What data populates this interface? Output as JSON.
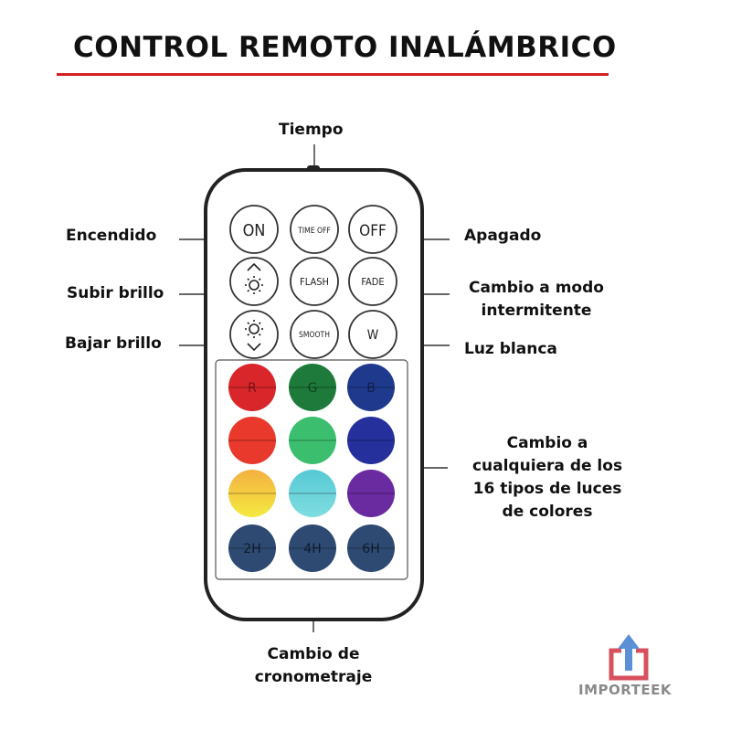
{
  "title": "CONTROL REMOTO INALÁMBRICO",
  "colors": {
    "title_rule": "#d42020",
    "remote_outline": "#222222",
    "logo_arrow": "#5b8fd6",
    "logo_box": "#d8505e",
    "logo_text": "#8a8a8a"
  },
  "labels": {
    "timer": "Tiempo",
    "power_on": "Encendido",
    "power_off": "Apagado",
    "brightness_up": "Subir brillo",
    "mode_change_line1": "Cambio a modo",
    "mode_change_line2": "intermitente",
    "brightness_down": "Bajar brillo",
    "white_light": "Luz blanca",
    "colors_line1": "Cambio a",
    "colors_line2": "cualquiera de los",
    "colors_line3": "16 tipos de luces",
    "colors_line4": "de colores",
    "timing_line1": "Cambio de",
    "timing_line2": "cronometraje"
  },
  "buttons": {
    "on": "ON",
    "time_off": "TIME OFF",
    "off": "OFF",
    "brightness_up_icon": "sun-up-icon",
    "flash": "FLASH",
    "fade": "FADE",
    "brightness_down_icon": "sun-down-icon",
    "smooth": "SMOOTH",
    "w": "W"
  },
  "color_buttons": [
    {
      "label": "R",
      "color": "#d8262a"
    },
    {
      "label": "G",
      "color": "#1e7a3a"
    },
    {
      "label": "B",
      "color": "#1f3a8c"
    },
    {
      "label": "",
      "color": "#e8392c"
    },
    {
      "label": "",
      "color": "#3bbf6e"
    },
    {
      "label": "",
      "color": "#26309c"
    },
    {
      "label": "",
      "color": "#f4b041",
      "color2": "#f4ea40"
    },
    {
      "label": "",
      "color": "#56c9d4",
      "color2": "#7fdde0"
    },
    {
      "label": "",
      "color": "#6a2aa0"
    },
    {
      "label": "2H",
      "color": "#2e4a72"
    },
    {
      "label": "4H",
      "color": "#2e4a72"
    },
    {
      "label": "6H",
      "color": "#2e4a72"
    }
  ],
  "logo": {
    "text": "IMPORTEEK",
    "icon": "upload-box-icon"
  }
}
